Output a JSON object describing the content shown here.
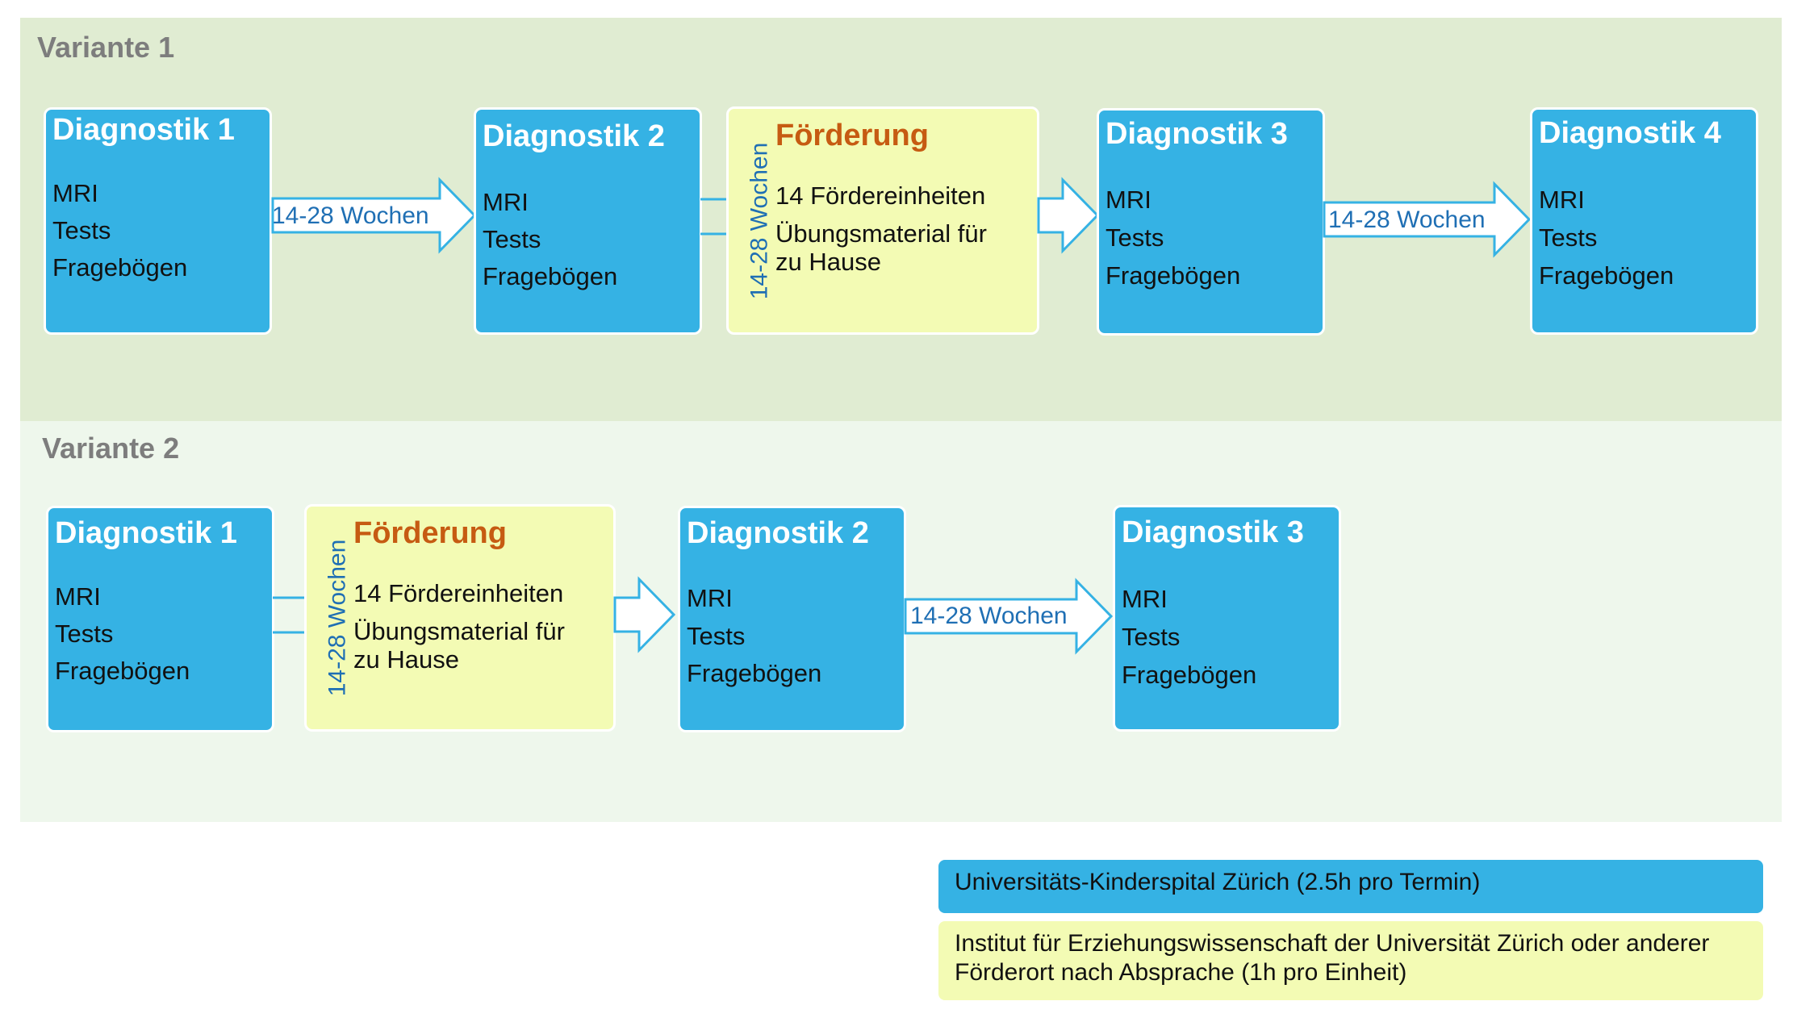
{
  "variant1": {
    "title": "Variante 1",
    "diag1": {
      "title": "Diagnostik 1",
      "items": [
        "MRI",
        "Tests",
        "Fragebögen"
      ]
    },
    "diag2": {
      "title": "Diagnostik 2",
      "items": [
        "MRI",
        "Tests",
        "Fragebögen"
      ]
    },
    "foerderung": {
      "title": "Förderung",
      "items": [
        "14 Fördereinheiten",
        "Übungsmaterial für zu Hause"
      ],
      "duration": "14-28 Wochen"
    },
    "diag3": {
      "title": "Diagnostik 3",
      "items": [
        "MRI",
        "Tests",
        "Fragebögen"
      ]
    },
    "diag4": {
      "title": "Diagnostik 4",
      "items": [
        "MRI",
        "Tests",
        "Fragebögen"
      ]
    },
    "arrow1_label": "14-28 Wochen",
    "arrow2_label": "14-28 Wochen"
  },
  "variant2": {
    "title": "Variante 2",
    "diag1": {
      "title": "Diagnostik 1",
      "items": [
        "MRI",
        "Tests",
        "Fragebögen"
      ]
    },
    "foerderung": {
      "title": "Förderung",
      "items": [
        "14 Fördereinheiten",
        "Übungsmaterial für zu Hause"
      ],
      "duration": "14-28 Wochen"
    },
    "diag2": {
      "title": "Diagnostik 2",
      "items": [
        "MRI",
        "Tests",
        "Fragebögen"
      ]
    },
    "diag3": {
      "title": "Diagnostik 3",
      "items": [
        "MRI",
        "Tests",
        "Fragebögen"
      ]
    },
    "arrow1_label": "14-28 Wochen"
  },
  "legend": {
    "ukz": "Universitäts-Kinderspital Zürich (2.5h pro Termin)",
    "ife": "Institut für Erziehungswissenschaft der Universität Zürich oder anderer Förderort nach Absprache (1h pro Einheit)"
  },
  "colors": {
    "diagnostik_fill": "#35b2e4",
    "foerderung_fill": "#f3fbb4",
    "foerderung_title": "#c65b12",
    "duration_text": "#1f6fb4",
    "panel1_bg": "#e0ecd2",
    "panel2_bg": "#eef7ec"
  }
}
